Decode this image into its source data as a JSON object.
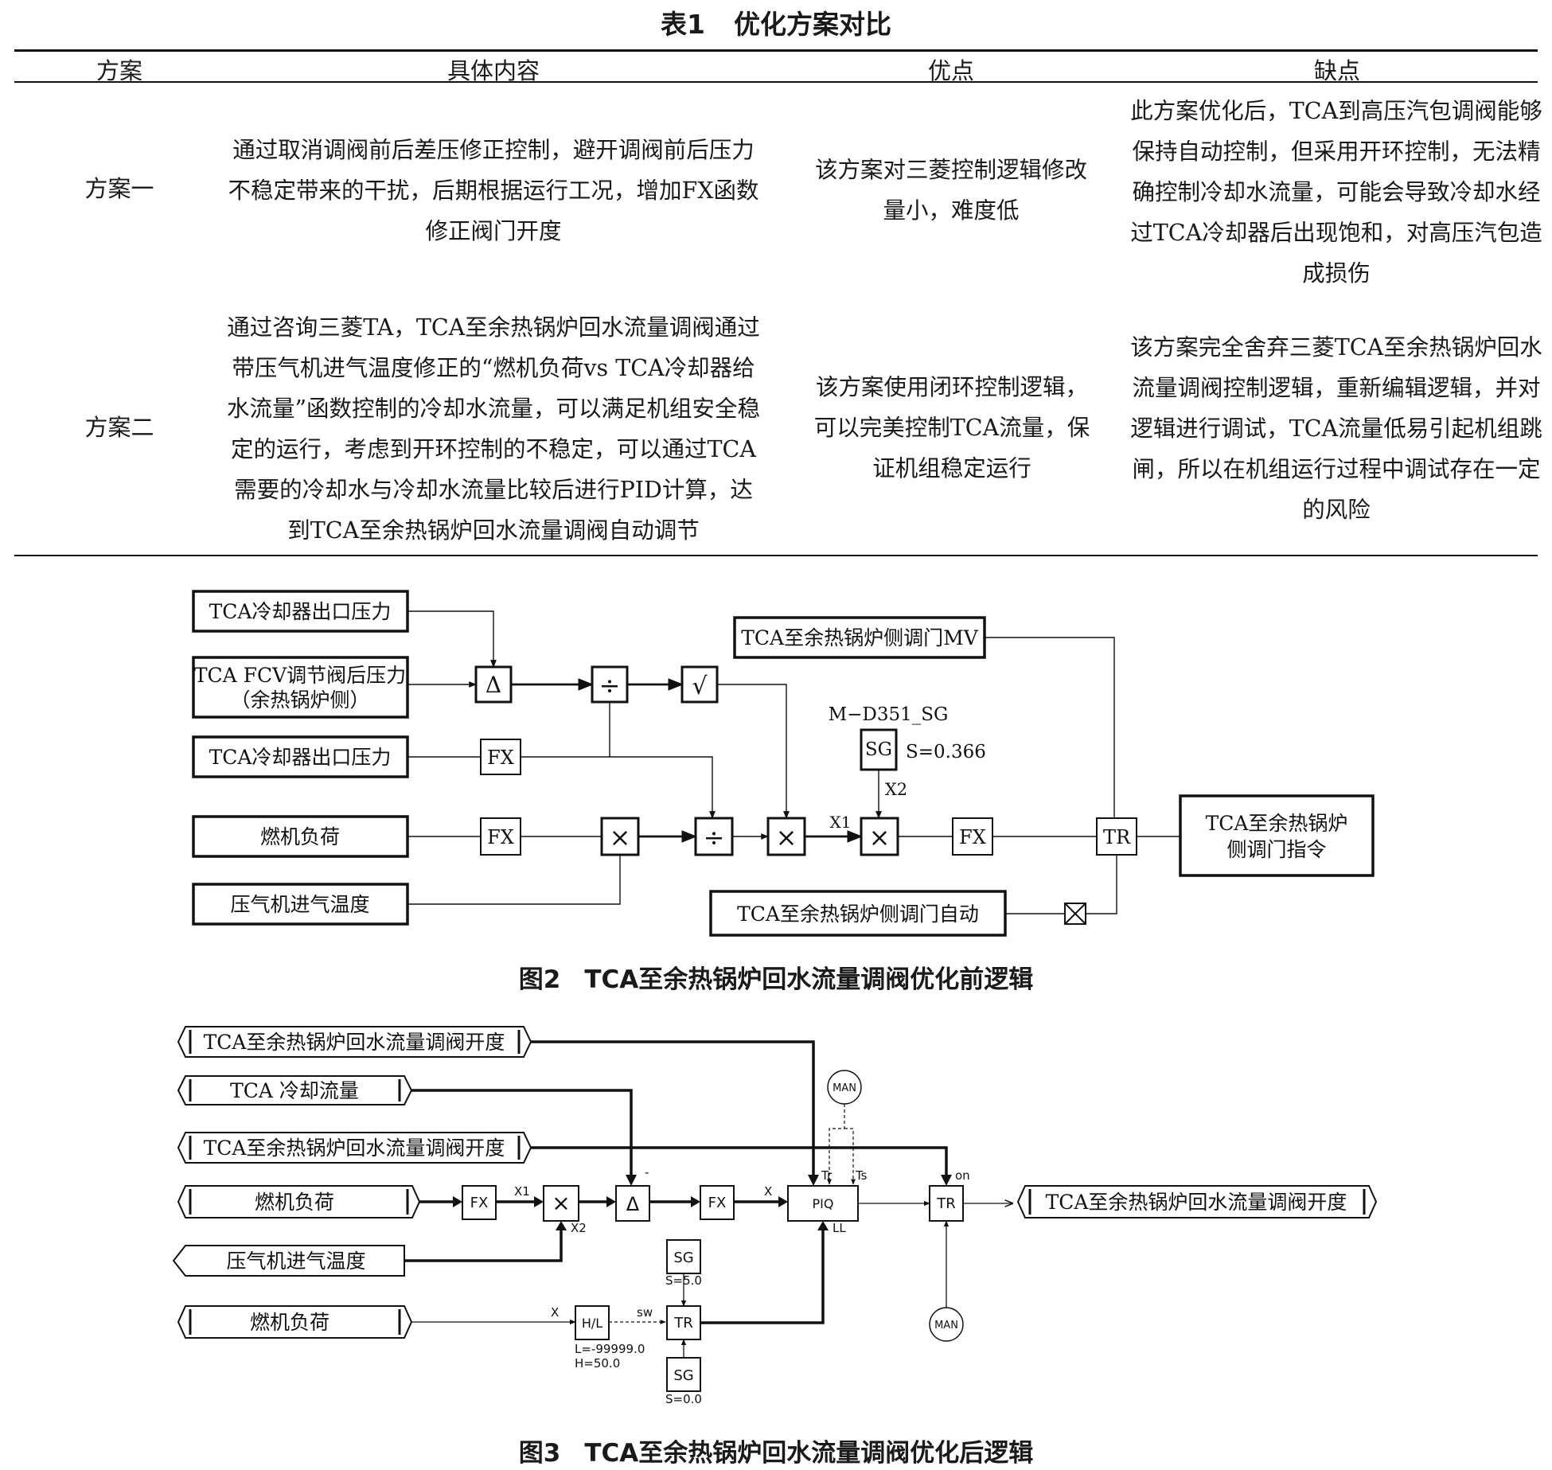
{
  "table": {
    "number": "表1",
    "title": "优化方案对比",
    "headers": [
      "方案",
      "具体内容",
      "优点",
      "缺点"
    ],
    "rows": [
      {
        "name": "方案一",
        "content": "通过取消调阀前后差压修正控制，避开调阀前后压力不稳定带来的干扰，后期根据运行工况，增加FX函数修正阀门开度",
        "pros": "该方案对三菱控制逻辑修改量小，难度低",
        "cons": "此方案优化后，TCA到高压汽包调阀能够保持自动控制，但采用开环控制，无法精确控制冷却水流量，可能会导致冷却水经过TCA冷却器后出现饱和，对高压汽包造成损伤"
      },
      {
        "name": "方案二",
        "content": "通过咨询三菱TA，TCA至余热锅炉回水流量调阀通过带压气机进气温度修正的“燃机负荷vs TCA冷却器给水流量”函数控制的冷却水流量，可以满足机组安全稳定的运行，考虑到开环控制的不稳定，可以通过TCA需要的冷却水与冷却水流量比较后进行PID计算，达到TCA至余热锅炉回水流量调阀自动调节",
        "pros": "该方案使用闭环控制逻辑，可以完美控制TCA流量，保证机组稳定运行",
        "cons": "该方案完全舍弃三菱TCA至余热锅炉回水流量调阀控制逻辑，重新编辑逻辑，并对逻辑进行调试，TCA流量低易引起机组跳闸，所以在机组运行过程中调试存在一定的风险"
      }
    ]
  },
  "fig2": {
    "number": "图2",
    "title": "TCA至余热锅炉回水流量调阀优化前逻辑",
    "inputs": {
      "cooler_outlet_pressure_1": "TCA冷却器出口压力",
      "fcv_pressure_line1": "TCA FCV调节阀后压力",
      "fcv_pressure_line2": "（余热锅炉侧）",
      "cooler_outlet_pressure_2": "TCA冷却器出口压力",
      "gt_load": "燃机负荷",
      "compressor_temp": "压气机进气温度",
      "mv": "TCA至余热锅炉侧调门MV",
      "auto": "TCA至余热锅炉侧调门自动"
    },
    "output_line1": "TCA至余热锅炉",
    "output_line2": "侧调门指令",
    "blocks": {
      "delta": "Δ",
      "div": "÷",
      "sqrt": "√",
      "mul": "×",
      "fx": "FX",
      "sg": "SG",
      "tr": "TR"
    },
    "sg_name": "M−D351_SG",
    "sg_value": "S=0.366",
    "x1": "X1",
    "x2": "X2"
  },
  "fig3": {
    "number": "图3",
    "title": "TCA至余热锅炉回水流量调阀优化后逻辑",
    "inputs": {
      "valve_open_1": "TCA至余热锅炉回水流量调阀开度",
      "cool_flow": "TCA 冷却流量",
      "valve_open_2": "TCA至余热锅炉回水流量调阀开度",
      "gt_load_1": "燃机负荷",
      "compressor_temp": "压气机进气温度",
      "gt_load_2": "燃机负荷"
    },
    "output": "TCA至余热锅炉回水流量调阀开度",
    "blocks": {
      "fx": "FX",
      "mul": "×",
      "delta": "Δ",
      "piq": "PIQ",
      "tr": "TR",
      "hl": "H/L",
      "sg": "SG",
      "man": "MAN"
    },
    "labels": {
      "x1": "X1",
      "x2": "X2",
      "x": "X",
      "minus": "-",
      "tr": "Tr",
      "ts": "Ts",
      "ll": "LL",
      "on": "on",
      "sw": "sw"
    },
    "sg_top_value": "S=5.0",
    "sg_bottom_value": "S=0.0",
    "hl_low": "L=-99999.0",
    "hl_high": "H=50.0"
  }
}
